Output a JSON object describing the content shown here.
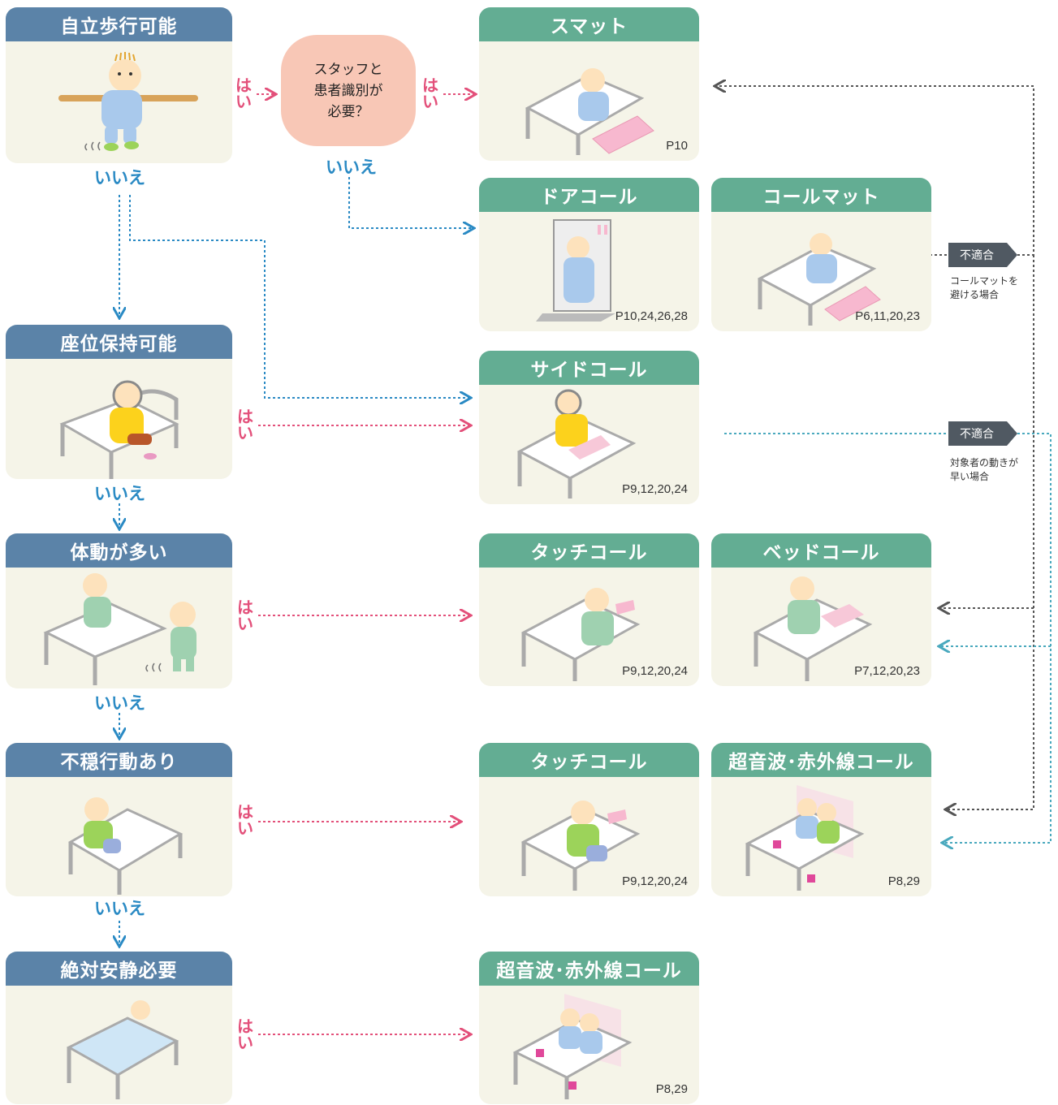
{
  "conditions": [
    {
      "id": "c1",
      "title": "自立歩行可能"
    },
    {
      "id": "c2",
      "title": "座位保持可能"
    },
    {
      "id": "c3",
      "title": "体動が多い"
    },
    {
      "id": "c4",
      "title": "不穏行動あり"
    },
    {
      "id": "c5",
      "title": "絶対安静必要"
    }
  ],
  "decision": {
    "text": "スタッフと\n患者識別が\n必要？"
  },
  "answers": {
    "yes": "はい",
    "no": "いいえ"
  },
  "devices": [
    {
      "id": "d1",
      "title": "スマット",
      "pages": "P10"
    },
    {
      "id": "d2",
      "title": "ドアコール",
      "pages": "P10,24,26,28"
    },
    {
      "id": "d3",
      "title": "コールマット",
      "pages": "P6,11,20,23"
    },
    {
      "id": "d4",
      "title": "サイドコール",
      "pages": "P9,12,20,24"
    },
    {
      "id": "d5",
      "title": "タッチコール",
      "pages": "P9,12,20,24"
    },
    {
      "id": "d6",
      "title": "ベッドコール",
      "pages": "P7,12,20,23"
    },
    {
      "id": "d7",
      "title": "タッチコール",
      "pages": "P9,12,20,24"
    },
    {
      "id": "d8",
      "title": "超音波･赤外線コール",
      "pages": "P8,29"
    },
    {
      "id": "d9",
      "title": "超音波･赤外線コール",
      "pages": "P8,29"
    }
  ],
  "unsuitable": [
    {
      "tag": "不適合",
      "note": "コールマットを\n避ける場合"
    },
    {
      "tag": "不適合",
      "note": "対象者の動きが\n早い場合"
    }
  ],
  "colors": {
    "condition_header": "#5b83a8",
    "device_header": "#63ad93",
    "card_bg": "#f5f4e8",
    "yes": "#e3507a",
    "no": "#2a8ac4",
    "bubble": "#f8c7b6",
    "tag": "#505962"
  }
}
